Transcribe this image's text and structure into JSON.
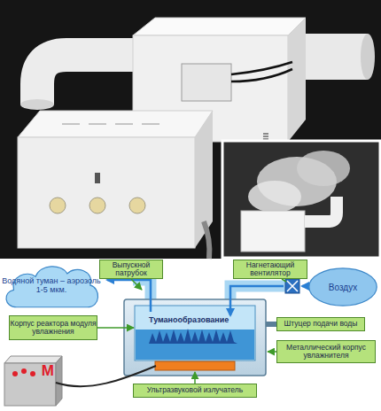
{
  "diagram": {
    "nodes": [
      {
        "text": [
          "Водяной туман – аэрозоль 1-5 мкм."
        ]
      },
      {
        "text": [
          "Выпускной патрубок"
        ]
      },
      {
        "text": [
          "Нагнетающий вентилятор"
        ]
      },
      {
        "text": [
          "Воздух"
        ]
      },
      {
        "text": [
          "Корпус реактора модуля увлажнения"
        ]
      },
      {
        "text": [
          "Штуцер подачи воды"
        ]
      },
      {
        "text": [
          "Металлический корпус увлажнителя"
        ]
      },
      {
        "text": [
          "Ультразвуковой излучатель"
        ]
      },
      {
        "text": [
          "M"
        ]
      }
    ],
    "labels": [
      "Туманообразование"
    ]
  }
}
